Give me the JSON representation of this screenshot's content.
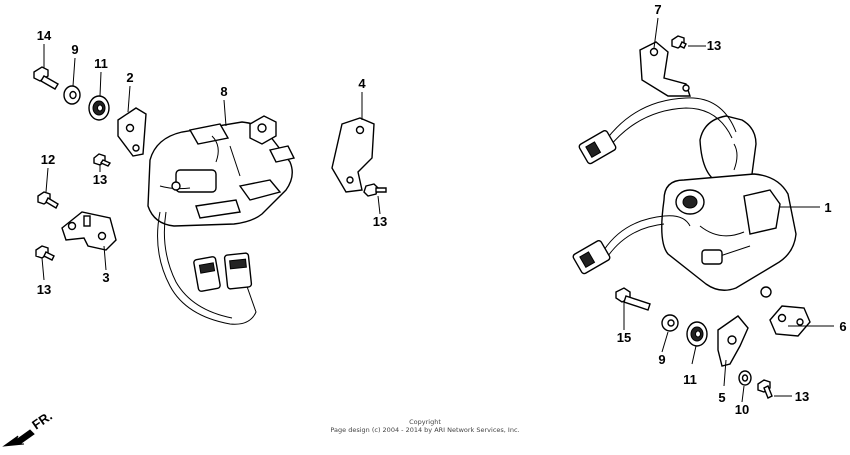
{
  "callouts": {
    "c14": "14",
    "c9a": "9",
    "c11a": "11",
    "c2": "2",
    "c8": "8",
    "c4": "4",
    "c12": "12",
    "c13a": "13",
    "c13b": "13",
    "c3": "3",
    "c13c": "13",
    "c7": "7",
    "c13d": "13",
    "c1": "1",
    "c15": "15",
    "c9b": "9",
    "c11b": "11",
    "c5": "5",
    "c10": "10",
    "c13e": "13",
    "c6": "6"
  },
  "fr_label": "FR.",
  "copyright_line1": "Copyright",
  "copyright_line2": "Page design (c) 2004 - 2014 by ARI Network Services, Inc."
}
